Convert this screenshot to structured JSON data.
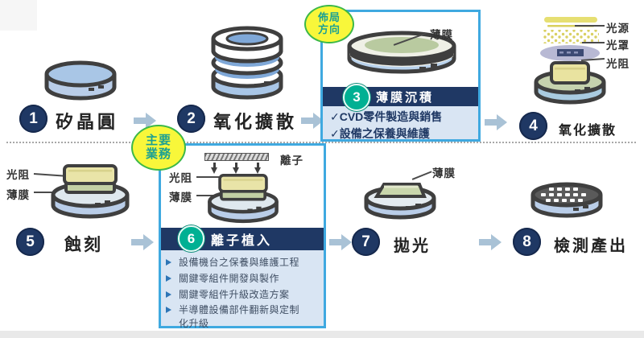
{
  "steps": [
    {
      "num": "1",
      "label": "矽晶圓"
    },
    {
      "num": "2",
      "label": "氧化擴散"
    },
    {
      "num": "3",
      "label": "薄膜沉積"
    },
    {
      "num": "4",
      "label": "氧化擴散"
    },
    {
      "num": "5",
      "label": "蝕刻"
    },
    {
      "num": "6",
      "label": "離子植入"
    },
    {
      "num": "7",
      "label": "拋光"
    },
    {
      "num": "8",
      "label": "檢測產出"
    }
  ],
  "callouts": {
    "direction": {
      "line1": "佈局",
      "line2": "方向"
    },
    "business": {
      "line1": "主要",
      "line2": "業務"
    }
  },
  "box3": {
    "check": "✓",
    "items": [
      "CVD零件製造與銷售",
      "設備之保養與維護"
    ]
  },
  "box6": {
    "items": [
      "設備機台之保養與維護工程",
      "關鍵零組件開發與製作",
      "關鍵零組件升級改造方案",
      "半導體設備部件翻新與定制化升級"
    ]
  },
  "annotations": {
    "film": "薄膜",
    "resist": "光阻",
    "ion": "離子",
    "light_source": "光源",
    "mask": "光罩"
  },
  "colors": {
    "navy": "#1f3864",
    "green_badge": "#00b093",
    "box_border": "#3fa9e0",
    "callout_fill": "#f8f73a",
    "callout_border": "#3cb848",
    "callout_text": "#1ba093",
    "panel": "#d9e5f3",
    "arrow": "#a9c2d6"
  }
}
